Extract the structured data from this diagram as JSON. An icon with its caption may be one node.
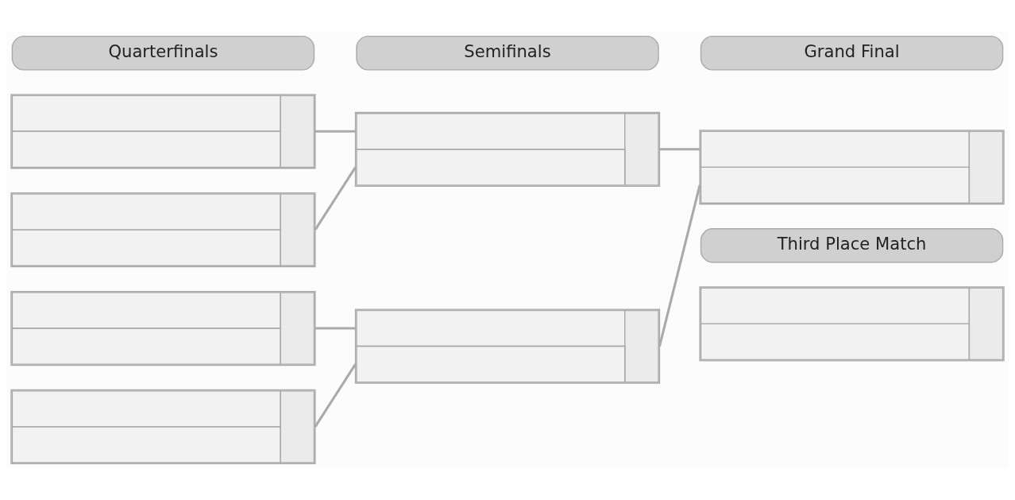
{
  "diagram": {
    "nodes": [
      {
        "text": [
          "Quarterfinals"
        ]
      },
      {
        "text": [
          "Semifinals"
        ]
      },
      {
        "text": [
          "Grand Final"
        ]
      },
      {
        "text": [],
        "shape": "box"
      },
      {
        "text": [],
        "shape": "box"
      },
      {
        "text": [],
        "shape": "box"
      },
      {
        "text": [],
        "shape": "box"
      },
      {
        "text": [],
        "shape": "box"
      },
      {
        "text": [],
        "shape": "box"
      },
      {
        "text": [],
        "shape": "box"
      },
      {
        "text": [
          "Third Place Match"
        ]
      },
      {
        "text": [],
        "shape": "box"
      }
    ],
    "edges": [
      {
        "from": 3,
        "to": 7,
        "arrow": "none"
      },
      {
        "from": 4,
        "to": 7,
        "arrow": "none"
      },
      {
        "from": 5,
        "to": 8,
        "arrow": "none"
      },
      {
        "from": 6,
        "to": 8,
        "arrow": "none"
      },
      {
        "from": 7,
        "to": 9,
        "arrow": "none"
      },
      {
        "from": 8,
        "to": 9,
        "arrow": "none"
      }
    ]
  }
}
